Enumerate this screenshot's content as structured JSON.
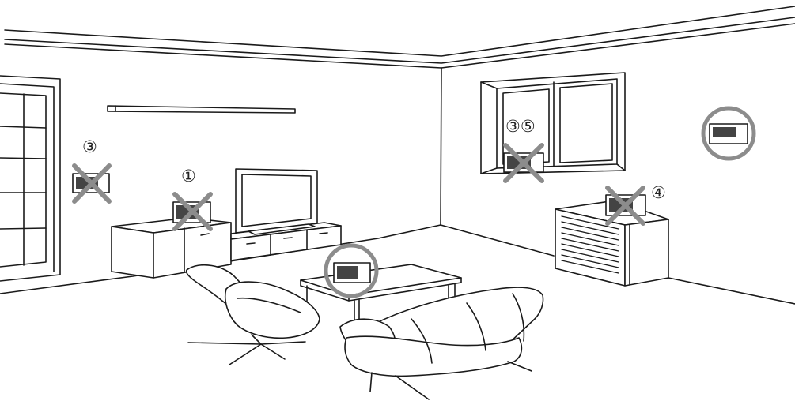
{
  "colors": {
    "line": "#1a1a1a",
    "cross": "#8c8c8c",
    "ok_circle": "#8c8c8c",
    "device_screen": "#444444",
    "background": "#ffffff"
  },
  "labels": {
    "left_wall": "③",
    "sideboard": "①",
    "window": "③⑤",
    "radiator": "④"
  },
  "placements": [
    {
      "id": "left-wall",
      "status": "not-recommended"
    },
    {
      "id": "sideboard",
      "status": "not-recommended"
    },
    {
      "id": "window-sill",
      "status": "not-recommended"
    },
    {
      "id": "radiator-cabinet",
      "status": "not-recommended"
    },
    {
      "id": "right-wall",
      "status": "recommended"
    },
    {
      "id": "coffee-table",
      "status": "recommended"
    }
  ]
}
